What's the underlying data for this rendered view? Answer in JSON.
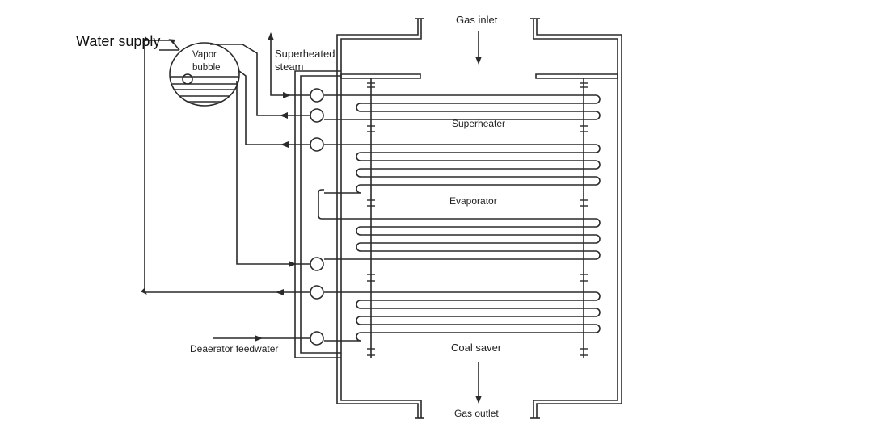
{
  "labels": {
    "water_supply": "Water supply",
    "vapor_bubble_line1": "Vapor",
    "vapor_bubble_line2": "bubble",
    "superheated_line1": "Superheated",
    "superheated_line2": "steam",
    "gas_inlet": "Gas inlet",
    "superheater": "Superheater",
    "evaporator": "Evaporator",
    "deaerator_feedwater": "Deaerator feedwater",
    "coal_saver": "Coal saver",
    "gas_outlet": "Gas outlet"
  },
  "colors": {
    "line": "#2a2a2a",
    "text": "#222222",
    "background": "#ffffff"
  }
}
